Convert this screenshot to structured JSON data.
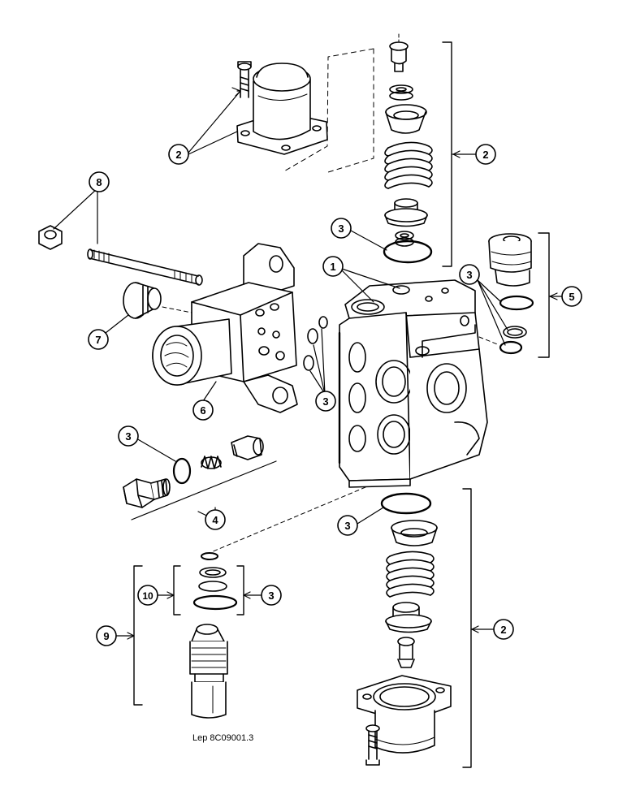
{
  "reference": "Lep 8C09001.3",
  "callouts": {
    "c1": "1",
    "c2_top_cap": "2",
    "c2_top_right": "2",
    "c2_bottom_right": "2",
    "c3_top": "3",
    "c3_right": "3",
    "c3_mid": "3",
    "c3_left": "3",
    "c3_bottom": "3",
    "c3_lower_kit": "3",
    "c4": "4",
    "c5": "5",
    "c6": "6",
    "c7": "7",
    "c8": "8",
    "c9": "9",
    "c10": "10"
  },
  "colors": {
    "line": "#000000",
    "fill": "#ffffff",
    "shade": "#d8d8d8"
  }
}
